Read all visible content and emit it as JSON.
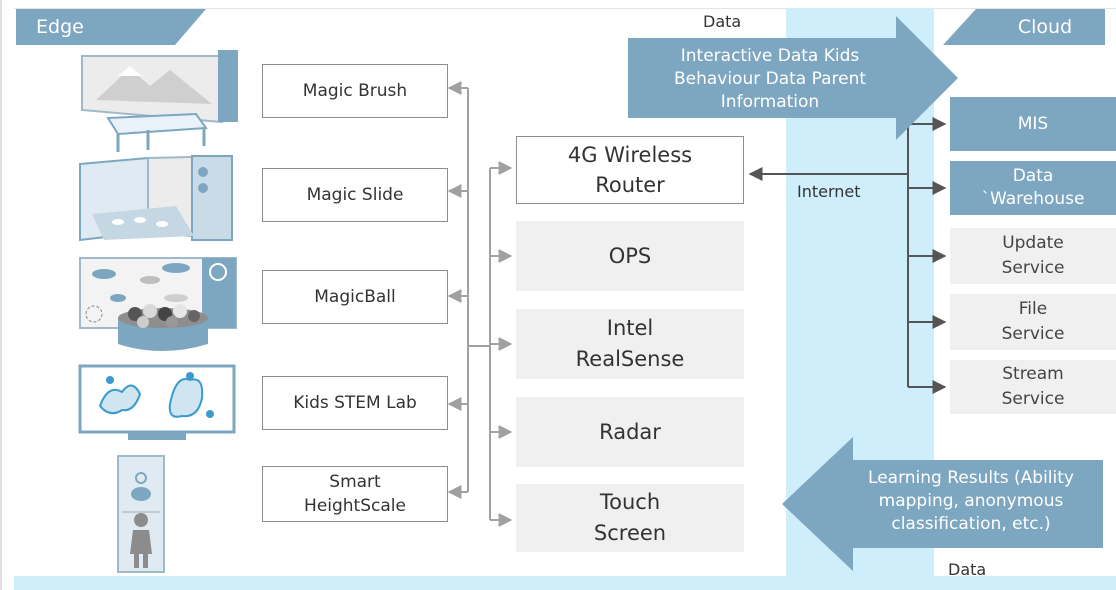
{
  "headers": {
    "edge": "Edge",
    "cloud": "Cloud"
  },
  "labels": {
    "data_top": "Data",
    "data_bottom": "Data",
    "internet": "Internet"
  },
  "upload_arrow_text": "Interactive Data Kids Behaviour Data Parent Information",
  "download_arrow_text": "Learning Results (Ability mapping, anonymous classification, etc.)",
  "edge_apps": [
    "Magic Brush",
    "Magic Slide",
    "MagicBall",
    "Kids STEM Lab",
    "Smart HeightScale"
  ],
  "devices": [
    "4G Wireless Router",
    "OPS",
    "Intel RealSense",
    "Radar",
    "Touch Screen"
  ],
  "cloud_services": [
    "MIS",
    "Data `Warehouse",
    "Update Service",
    "File Service",
    "Stream Service"
  ],
  "colors": {
    "accent": "#7da6c1",
    "light_blue": "#cdeefa",
    "box_grey": "#f0f0f0",
    "connector": "#a0a0a0",
    "dark_arrow": "#555555"
  }
}
